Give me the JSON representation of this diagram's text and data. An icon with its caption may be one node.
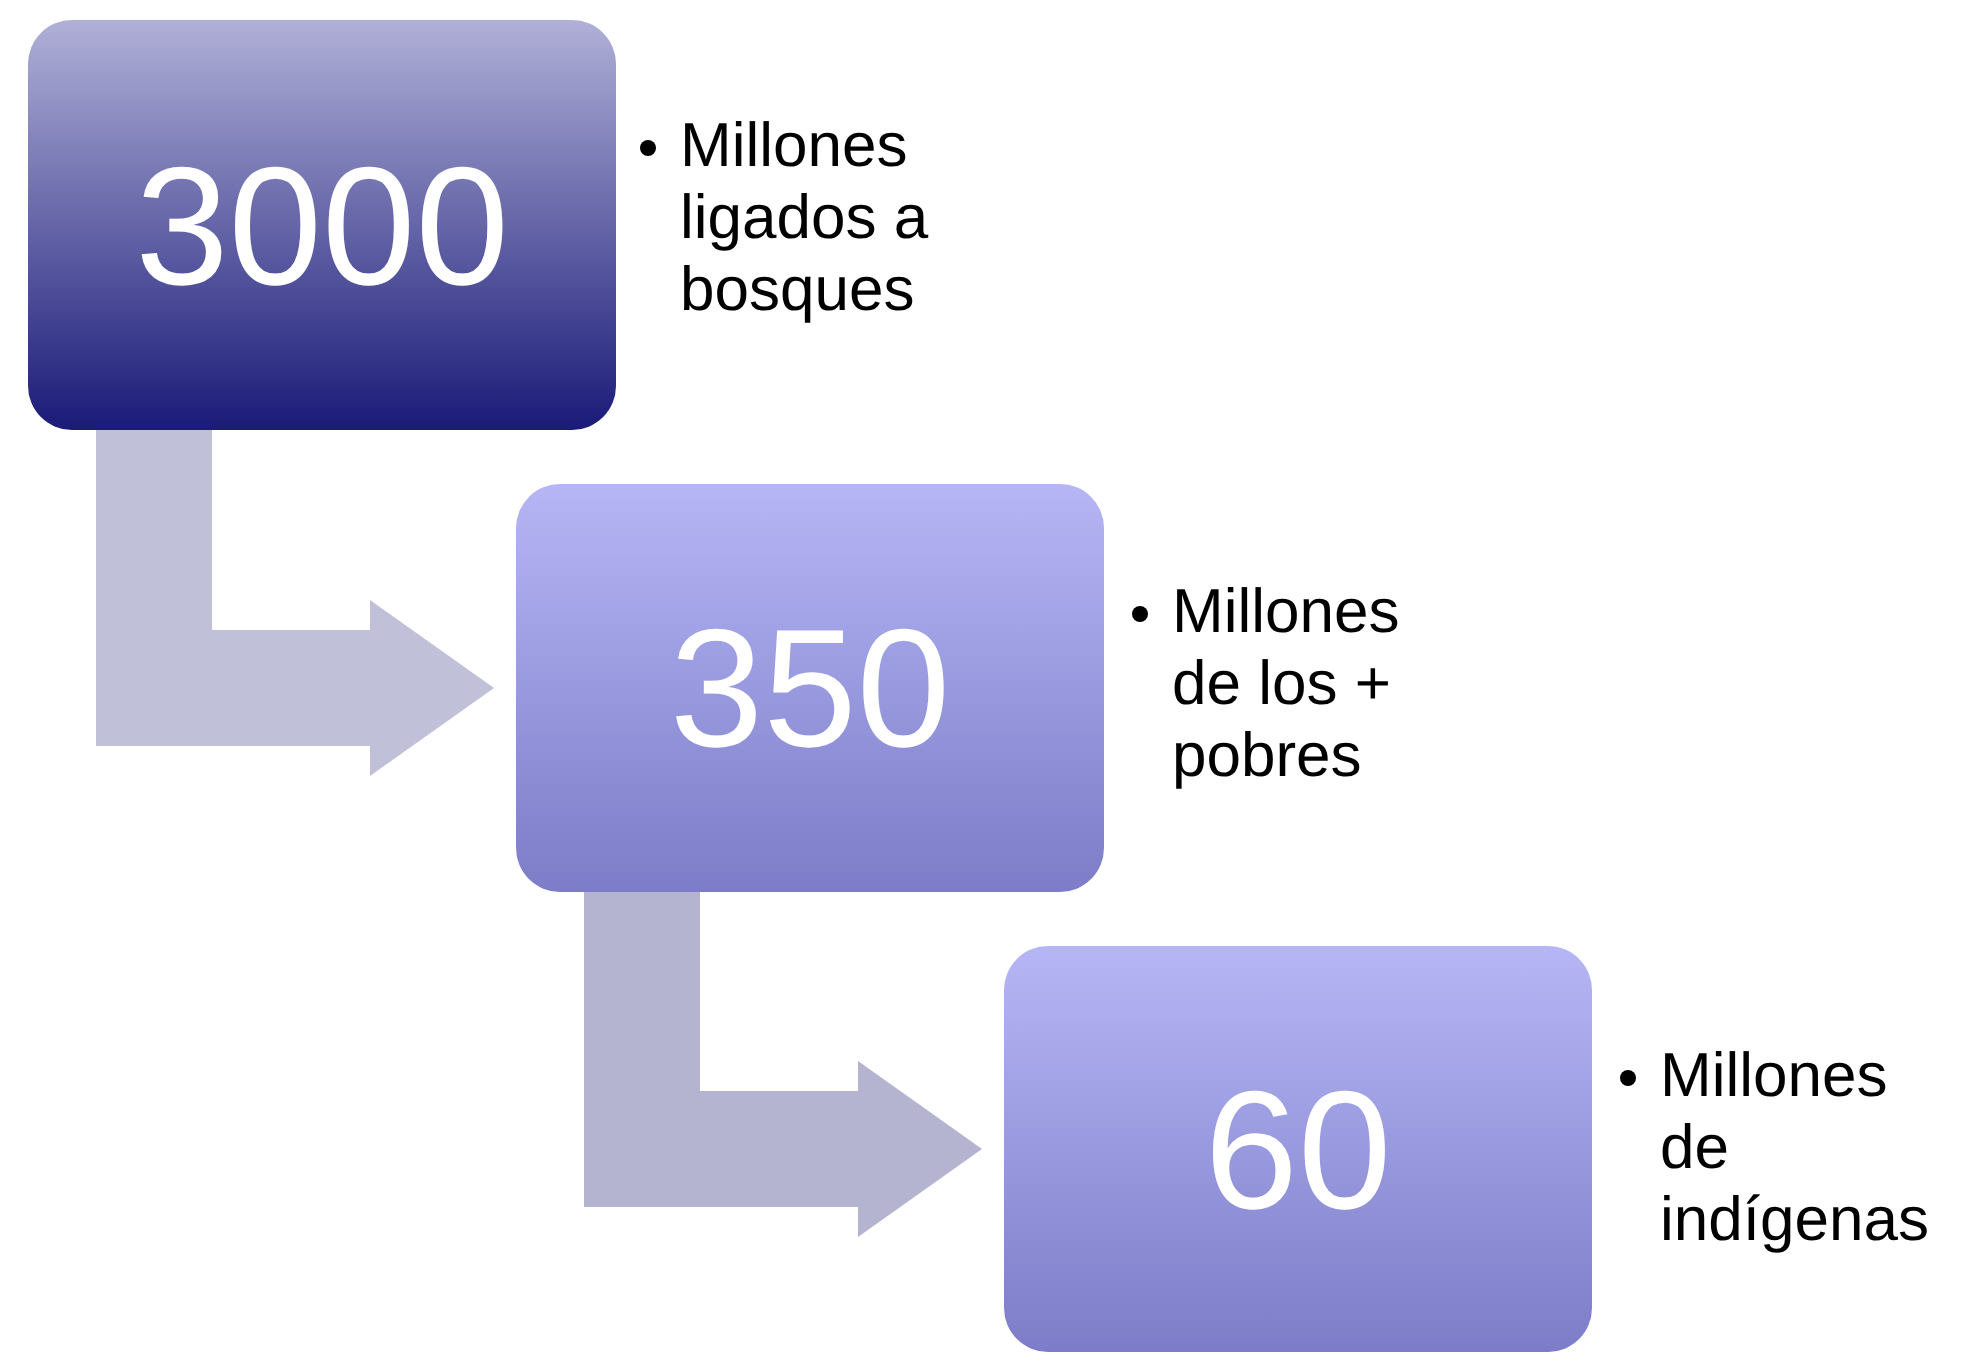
{
  "diagram": {
    "nodes": [
      {
        "text": [
          "3000"
        ],
        "beside": [
          "Millones ligados a bosques"
        ]
      },
      {
        "text": [
          "350"
        ],
        "beside": [
          "Millones de los + pobres"
        ]
      },
      {
        "text": [
          "60"
        ],
        "beside": [
          "Millones de indígenas"
        ]
      }
    ],
    "edges": [
      {
        "from": 0,
        "to": 1,
        "arrow": "to"
      },
      {
        "from": 1,
        "to": 2,
        "arrow": "to"
      }
    ]
  }
}
